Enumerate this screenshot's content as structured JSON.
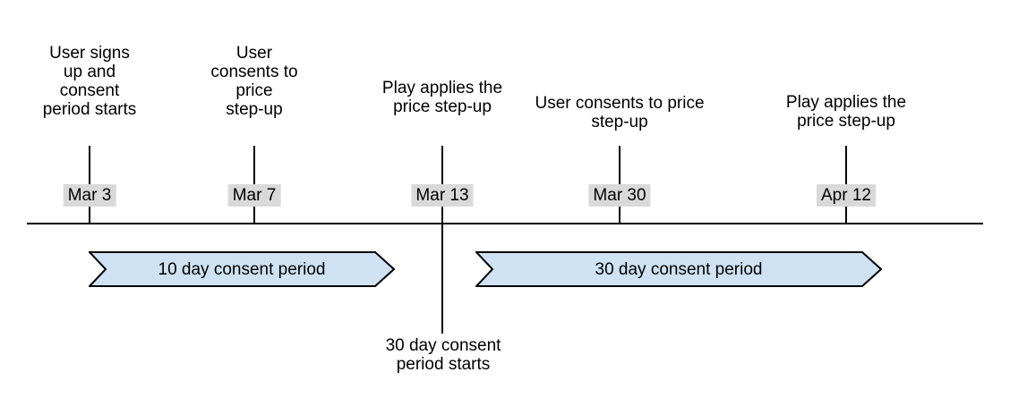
{
  "colors": {
    "background": "#ffffff",
    "banner_fill": "#cfe2f3",
    "banner_border": "#000000",
    "date_badge_bg": "#d9d9d9",
    "axis_line": "#000000",
    "text": "#000000"
  },
  "timeline": {
    "events": [
      {
        "date": "Mar 3",
        "label": "User signs\nup and\nconsent\nperiod starts"
      },
      {
        "date": "Mar 7",
        "label": "User\nconsents to\nprice\nstep-up"
      },
      {
        "date": "Mar 13",
        "label": "Play applies the\nprice step-up"
      },
      {
        "date": "Mar 30",
        "label": "User consents to price\nstep-up"
      },
      {
        "date": "Apr 12",
        "label": "Play applies the\nprice step-up"
      }
    ],
    "periods": [
      {
        "label": "10 day consent period"
      },
      {
        "label": "30 day consent period"
      }
    ],
    "annotation": "30 day consent\nperiod starts"
  }
}
